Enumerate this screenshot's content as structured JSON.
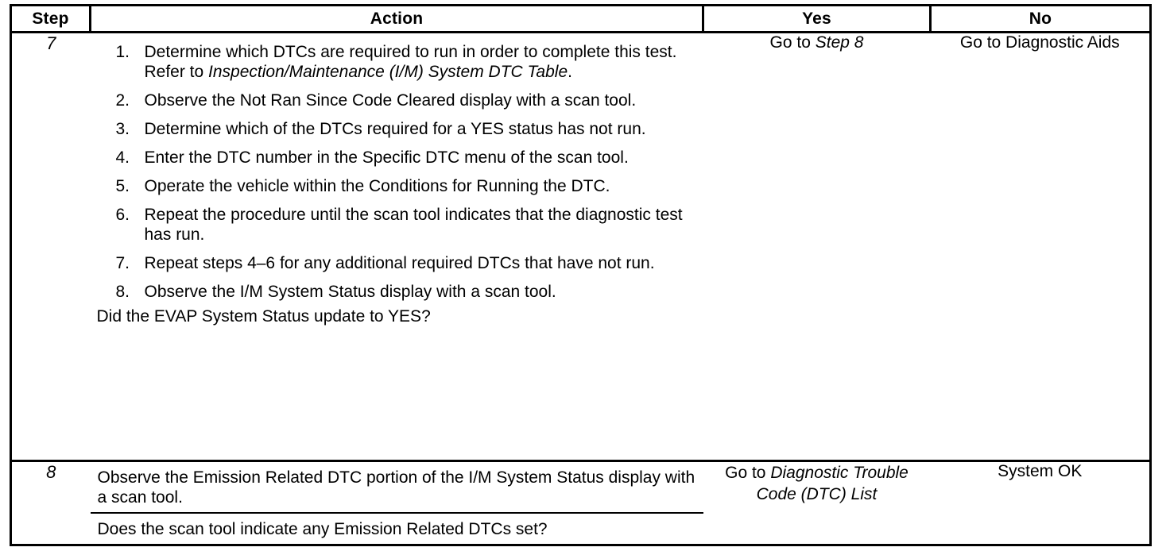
{
  "table": {
    "headers": {
      "step": "Step",
      "action": "Action",
      "yes": "Yes",
      "no": "No"
    },
    "rows": [
      {
        "step": "7",
        "action_items": [
          {
            "num": "1.",
            "text_before": "Determine which DTCs are required to run in order to complete this test. Refer to ",
            "text_italic": "Inspection/Maintenance (I/M) System DTC Table",
            "text_after": "."
          },
          {
            "num": "2.",
            "text_before": "Observe the Not Ran Since Code Cleared display with a scan tool.",
            "text_italic": "",
            "text_after": ""
          },
          {
            "num": "3.",
            "text_before": "Determine which of the DTCs required for a YES status has not run.",
            "text_italic": "",
            "text_after": ""
          },
          {
            "num": "4.",
            "text_before": "Enter the DTC number in the Specific DTC menu of the scan tool.",
            "text_italic": "",
            "text_after": ""
          },
          {
            "num": "5.",
            "text_before": "Operate the vehicle within the Conditions for Running the DTC.",
            "text_italic": "",
            "text_after": ""
          },
          {
            "num": "6.",
            "text_before": "Repeat the procedure until the scan tool indicates that the diagnostic test has run.",
            "text_italic": "",
            "text_after": ""
          },
          {
            "num": "7.",
            "text_before": "Repeat steps 4–6 for any additional required DTCs that have not run.",
            "text_italic": "",
            "text_after": ""
          },
          {
            "num": "8.",
            "text_before": "Observe the I/M System Status display with a scan tool.",
            "text_italic": "",
            "text_after": ""
          }
        ],
        "question": "Did the EVAP System Status update to YES?",
        "yes_before": "Go to ",
        "yes_italic": "Step 8",
        "yes_after": "",
        "no_before": "Go to Diagnostic Aids",
        "no_italic": "",
        "no_after": ""
      },
      {
        "step": "8",
        "action_top": "Observe the Emission Related DTC portion of the I/M System Status display with a scan tool.",
        "action_bottom": "Does the scan tool indicate any Emission Related DTCs set?",
        "yes_before": "Go to ",
        "yes_italic": "Diagnostic Trouble Code (DTC) List",
        "yes_after": "",
        "no_before": "System OK",
        "no_italic": "",
        "no_after": ""
      }
    ]
  }
}
